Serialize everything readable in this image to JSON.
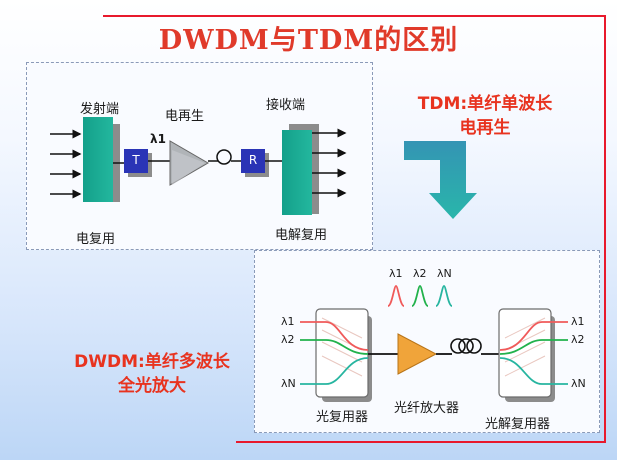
{
  "title": "DWDM与TDM的区别",
  "tdm": {
    "note_line1": "TDM:单纤单波长",
    "note_line2": "电再生",
    "tx_label": "发射端",
    "regen_label": "电再生",
    "rx_label": "接收端",
    "mux_label": "电复用",
    "demux_label": "电解复用",
    "lambda_label": "λ1",
    "t_label": "T",
    "r_label": "R"
  },
  "dwdm": {
    "note_line1": "DWDM:单纤多波长",
    "note_line2": "全光放大",
    "mux_label": "光复用器",
    "amp_label": "光纤放大器",
    "demux_label": "光解复用器",
    "in_lambdas": [
      "λ1",
      "λ2",
      "λN"
    ],
    "out_lambdas": [
      "λ1",
      "λ2",
      "λN"
    ],
    "spectrum_labels": [
      "λ1",
      "λ2",
      "λN"
    ]
  },
  "colors": {
    "title": "#e03a2a",
    "frame": "#e8192c",
    "teal_block": "#1aa891",
    "arrow_gradient": "#1f9fa9",
    "amp_tri": "#f0a43a",
    "line_red": "#f05a5a",
    "line_green": "#22b24c",
    "line_teal": "#27b5a0"
  }
}
